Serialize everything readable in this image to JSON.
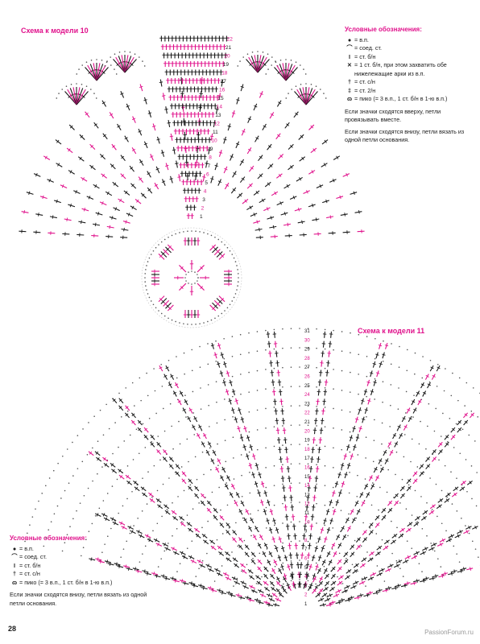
{
  "chart1": {
    "title": "Схема к модели 10",
    "row_numbers": [
      "1",
      "2",
      "3",
      "4",
      "5",
      "6",
      "7",
      "8",
      "9",
      "10",
      "11",
      "12",
      "13",
      "14",
      "15",
      "16",
      "17",
      "18",
      "19",
      "20",
      "21",
      "22"
    ]
  },
  "chart2": {
    "title": "Схема к модели 11",
    "row_numbers": [
      "1",
      "2",
      "3",
      "4",
      "5",
      "6",
      "7",
      "8",
      "9",
      "10",
      "11",
      "12",
      "13",
      "14",
      "15",
      "16",
      "17",
      "18",
      "19",
      "20",
      "21",
      "22",
      "23",
      "24",
      "25",
      "26",
      "27",
      "28",
      "29",
      "30",
      "31"
    ]
  },
  "legend1": {
    "title": "Условные обозначения:",
    "items": [
      {
        "sym": "●",
        "text": "= в.п."
      },
      {
        "sym": "⌒",
        "text": "= соед. ст."
      },
      {
        "sym": "I",
        "text": "= ст. б/н"
      },
      {
        "sym": "✕",
        "text": "= 1 ст. б/н, при этом захватить обе нижележащие арки из в.п."
      },
      {
        "sym": "†",
        "text": "= ст. с/н"
      },
      {
        "sym": "‡",
        "text": "= ст. 2/н"
      },
      {
        "sym": "ɷ",
        "text": "= пико (= 3 в.п., 1 ст. б/н в 1-ю в.п.)"
      }
    ],
    "note1": "Если значки сходятся вверху, петли провязывать вместе.",
    "note2": "Если значки сходятся внизу, петли вязать из одной петли основания."
  },
  "legend2": {
    "title": "Условные обозначения:",
    "items": [
      {
        "sym": "●",
        "text": "= в.п."
      },
      {
        "sym": "⌒",
        "text": "= соед. ст."
      },
      {
        "sym": "I",
        "text": "= ст. б/н"
      },
      {
        "sym": "†",
        "text": "= ст. с/н"
      },
      {
        "sym": "ɷ",
        "text": "= пико (= 3 в.п., 1 ст. б/н в 1-ю в.п.)"
      }
    ],
    "note": "Если значки сходятся внизу, петли вязать из одной петли основания."
  },
  "page_number": "28",
  "watermark": "PassionForum.ru",
  "colors": {
    "accent": "#e0128c",
    "ink": "#1a1a1a",
    "dots": "#555555"
  }
}
